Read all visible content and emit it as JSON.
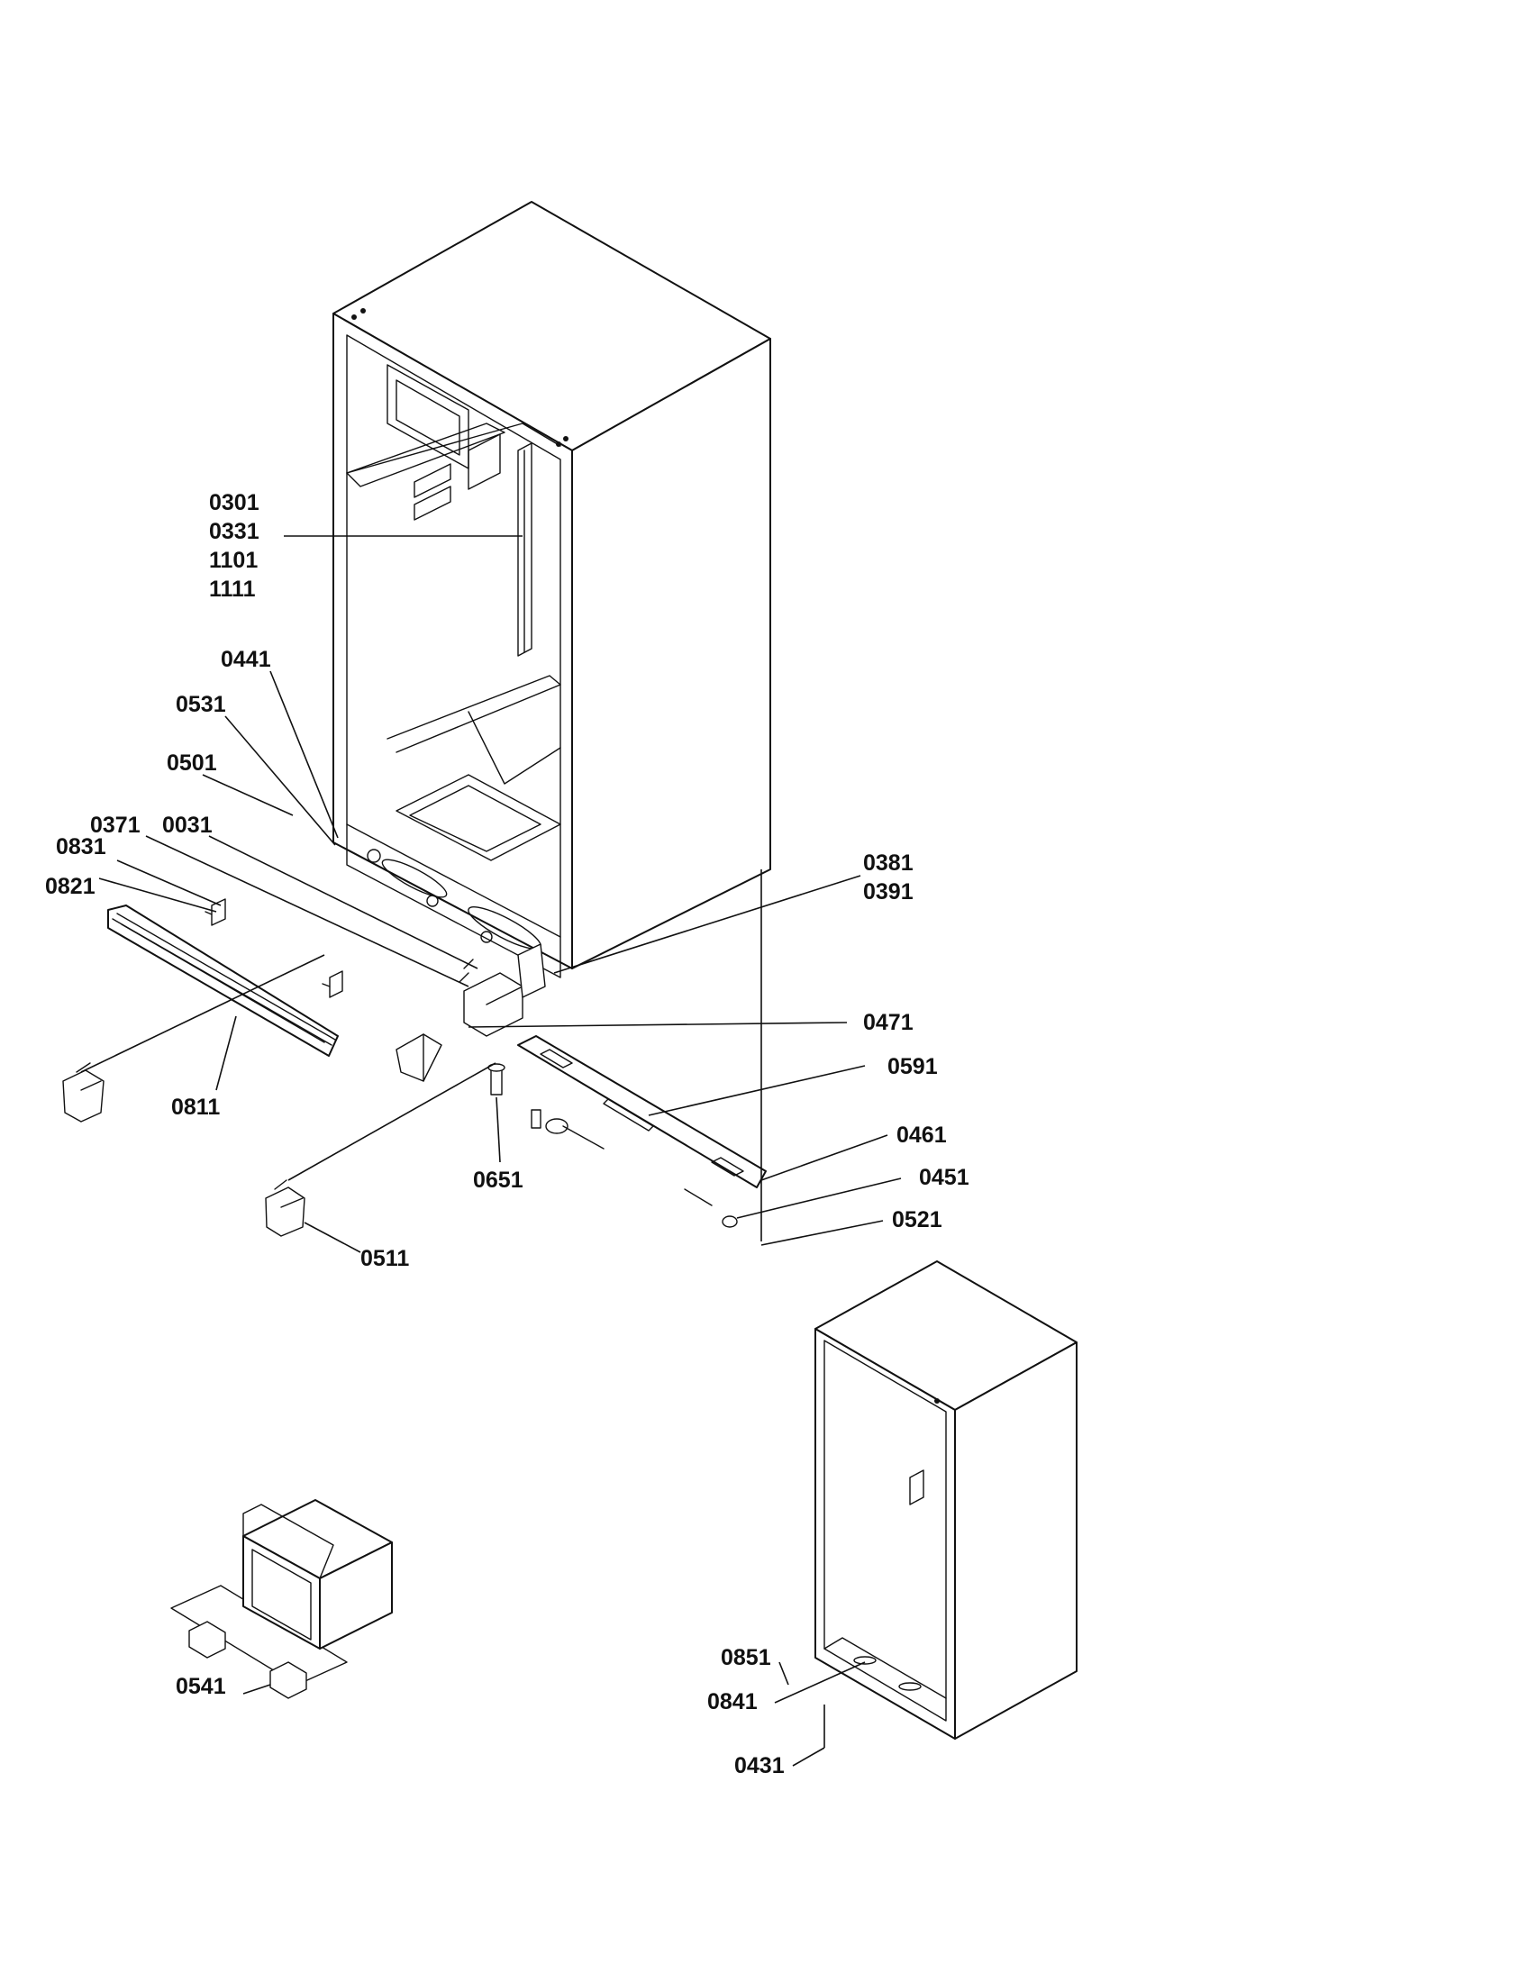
{
  "callouts": {
    "c0301": "0301",
    "c0331": "0331",
    "c1101": "1101",
    "c1111": "1111",
    "c0441": "0441",
    "c0531": "0531",
    "c0501": "0501",
    "c0371": "0371",
    "c0031": "0031",
    "c0831": "0831",
    "c0821": "0821",
    "c0811": "0811",
    "c0381": "0381",
    "c0391": "0391",
    "c0471": "0471",
    "c0591": "0591",
    "c0461": "0461",
    "c0451": "0451",
    "c0521": "0521",
    "c0651": "0651",
    "c0511": "0511",
    "c0851": "0851",
    "c0841": "0841",
    "c0431": "0431",
    "c0541": "0541"
  }
}
